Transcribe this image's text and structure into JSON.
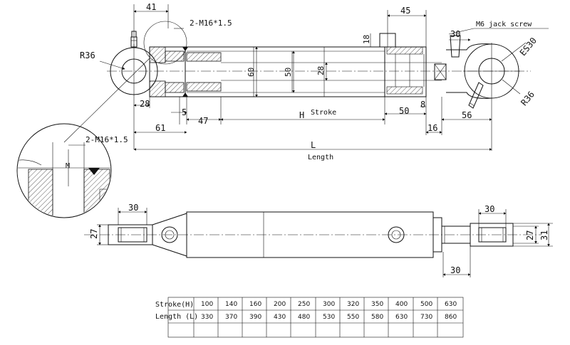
{
  "top_view": {
    "dims": {
      "d41": "41",
      "port_thread": "2-M16*1.5",
      "d45": "45",
      "jack_screw": "M6 jack screw",
      "d30_top": "30",
      "es30": "ES30",
      "r36_left": "R36",
      "r36_right": "R36",
      "d18": "18",
      "d60": "60",
      "d50": "50",
      "d28_rod": "28",
      "d28_left": "28",
      "d5": "5",
      "d47": "47",
      "h_label": "H",
      "stroke_label": "Stroke",
      "d50_bottom": "50",
      "d8": "8",
      "d56": "56",
      "d61": "61",
      "d16": "16",
      "l_label": "L",
      "length_label": "Length"
    }
  },
  "detail_view": {
    "port_thread": "2-M16*1.5",
    "small_mark": "M"
  },
  "bottom_view": {
    "dims": {
      "d30_left": "30",
      "d27_left": "27",
      "d30_right": "30",
      "d27_right": "27",
      "d31": "31",
      "d30_bottom": "30"
    }
  },
  "table": {
    "row1_label": "Stroke(H)",
    "row2_label": "Length (L)",
    "stroke": [
      "100",
      "140",
      "160",
      "200",
      "250",
      "300",
      "320",
      "350",
      "400",
      "500",
      "630"
    ],
    "length": [
      "330",
      "370",
      "390",
      "430",
      "480",
      "530",
      "550",
      "580",
      "630",
      "730",
      "860"
    ]
  }
}
